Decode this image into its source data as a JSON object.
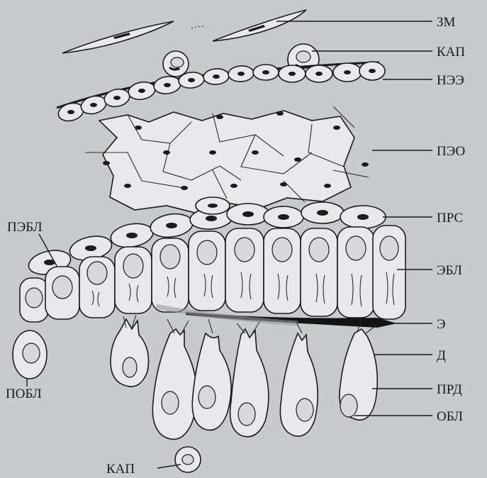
{
  "labels": {
    "zm": "ЗМ",
    "kap_top": "КАП",
    "nee": "НЭЭ",
    "peo": "ПЭО",
    "prs": "ПРС",
    "pebl": "ПЭБЛ",
    "ebl": "ЭБЛ",
    "e": "Э",
    "d": "Д",
    "prd": "ПРД",
    "obl": "ОБЛ",
    "pobl": "ПОБЛ",
    "kap_bottom": "КАП"
  },
  "colors": {
    "background": "#c9cacc",
    "cell_fill": "#e9e9eb",
    "ink": "#1b1b1b"
  }
}
